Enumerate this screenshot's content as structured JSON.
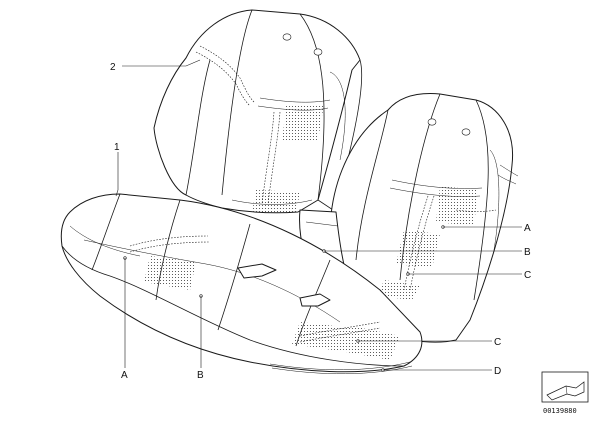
{
  "labels": {
    "part_1": "1",
    "part_2": "2",
    "a_right": "A",
    "b_right": "B",
    "c_right_upper": "C",
    "c_right_lower": "C",
    "d_right": "D",
    "a_bottom": "A",
    "b_bottom": "B"
  },
  "diagram_number": "00139880"
}
